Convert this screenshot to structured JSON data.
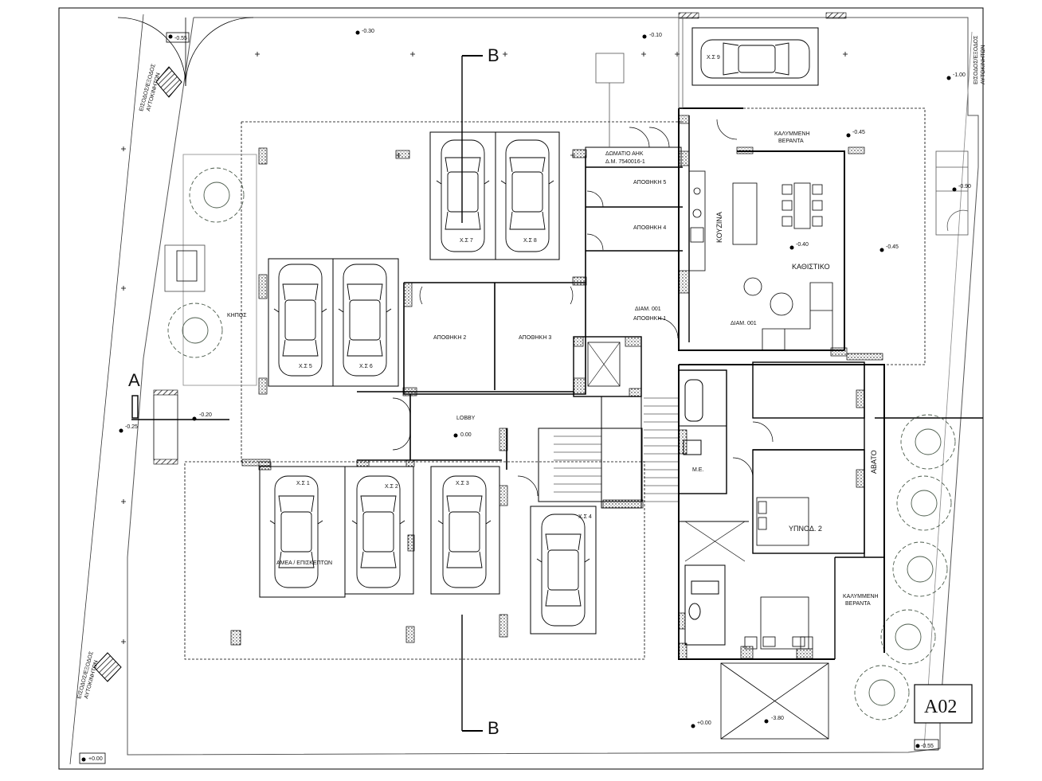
{
  "drawing": {
    "sheet_id": "A02",
    "section_a": "A",
    "section_b_top": "B",
    "section_b_bottom": "B"
  },
  "levels": {
    "l1": "-0.55",
    "l2": "-0.30",
    "l3": "-0.10",
    "l4": "-1.00",
    "l5": "-0.45",
    "l6": "-0.90",
    "l7": "-0.40",
    "l8": "-0.45",
    "l9": "-0.20",
    "l10": "-0.25",
    "l11": "0.00",
    "l12": "+0.00",
    "l13": "-3.80",
    "l14": "+0.00",
    "l15": "-0.55"
  },
  "rooms": {
    "lobby": "LOBBY",
    "storage1": "ΑΠΟΘΗΚΗ 1",
    "storage2": "ΑΠΟΘΗΚΗ 2",
    "storage3": "ΑΠΟΘΗΚΗ 3",
    "storage4": "ΑΠΟΘΗΚΗ 4",
    "storage5": "ΑΠΟΘΗΚΗ 5",
    "apt_label_a": "ΔΙΑΜ. 001",
    "apt_label_b": "ΔΙΑΜ. 001",
    "kitchen": "ΚΟΥΖΙΝΑ",
    "living": "ΚΑΘΙΣΤΙΚΟ",
    "bedroom2": "ΥΠΝΟΔ. 2",
    "me": "Μ.Ε.",
    "garden": "ΚΗΠΟΣ",
    "abato": "ΑΒΑΤΟ",
    "veranda_top_1": "ΚΑΛΥΜΜΕΝΗ",
    "veranda_top_2": "ΒΕΡΑΝΤΑ",
    "veranda_bot_1": "ΚΑΛΥΜΜΕΝΗ",
    "veranda_bot_2": "ΒΕΡΑΝΤΑ",
    "aux_room_1": "ΔΩΜΑΤΙΟ ΑΗΚ",
    "aux_room_2": "Δ.Μ. 7540016-1"
  },
  "parking": {
    "p1": "Χ.Σ 1",
    "p1b": "ΑΜΕΑ / ΕΠΙΣΚΕΠΤΩΝ",
    "p2": "Χ.Σ 2",
    "p3": "Χ.Σ 3",
    "p4": "Χ.Σ 4",
    "p5": "Χ.Σ 5",
    "p6": "Χ.Σ 6",
    "p7": "Χ.Σ 7",
    "p8": "Χ.Σ 8",
    "p9": "Χ.Σ 9"
  },
  "entrances": {
    "e1_line1": "ΕΙΣΟΔΟΣ/ΕΞΟΔΟΣ",
    "e1_line2": "ΑΥΤΟΚΙΝΗΤΩΝ",
    "e2_line1": "ΕΙΣΟΔΟΣ/ΕΞΟΔΟΣ",
    "e2_line2": "ΑΥΤΟΚΙΝΗΤΩΝ",
    "e3_line1": "ΕΙΣΟΔΟΣ/ΕΞΟΔΟΣ",
    "e3_line2": "ΑΥΤΟΚΙΝΗΤΩΝ"
  }
}
